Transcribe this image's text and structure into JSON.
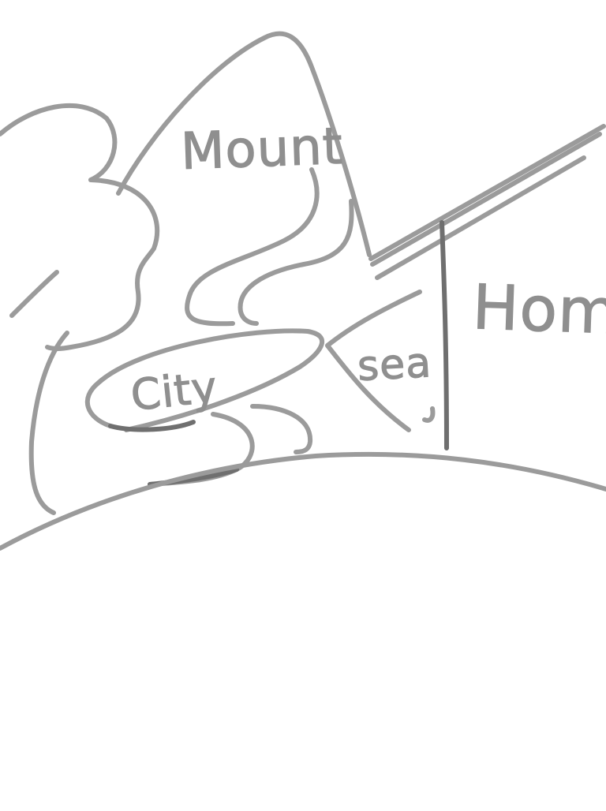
{
  "sketch": {
    "labels": {
      "mountain": "Mount",
      "city": "City",
      "sea": "sea",
      "home": "Home"
    },
    "colors": {
      "stroke": "#9b9b9b",
      "stroke_dark": "#6f6f6f",
      "background": "#ffffff"
    }
  }
}
